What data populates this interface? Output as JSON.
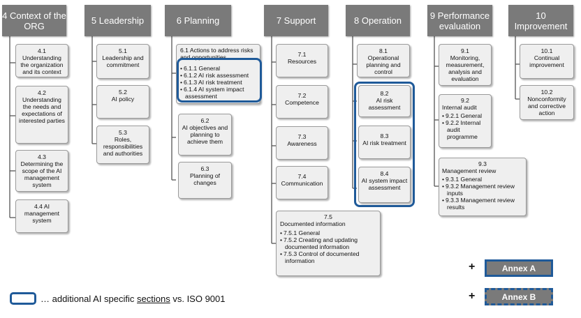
{
  "headers": [
    {
      "label": "4 Context of the ORG"
    },
    {
      "label": "5 Leadership"
    },
    {
      "label": "6 Planning"
    },
    {
      "label": "7 Support"
    },
    {
      "label": "8 Operation"
    },
    {
      "label": "9 Performance evaluation"
    },
    {
      "label": "10 Improvement"
    }
  ],
  "c4": [
    {
      "num": "4.1",
      "title": "Understanding the organization and its context"
    },
    {
      "num": "4.2",
      "title": "Understanding the needs and expectations of interested parties"
    },
    {
      "num": "4.3",
      "title": "Determining the scope of the AI management system"
    },
    {
      "num": "4.4 AI",
      "title": "management system"
    }
  ],
  "c5": [
    {
      "num": "5.1",
      "title": "Leadership and commitment"
    },
    {
      "num": "5.2",
      "title": "AI policy"
    },
    {
      "num": "5.3",
      "title": "Roles, responsibilities and authorities"
    }
  ],
  "c6": {
    "b61_title": "6.1 Actions to address risks and opportunities",
    "b61_items": [
      "6.1.1 General",
      "6.1.2 AI risk assessment",
      "6.1.3 AI risk treatment",
      "6.1.4 AI system impact assessment"
    ],
    "b62": {
      "num": "6.2",
      "title": "AI objectives and planning to achieve them"
    },
    "b63": {
      "num": "6.3",
      "title": "Planning of changes"
    }
  },
  "c7": {
    "boxes": [
      {
        "num": "7.1",
        "title": "Resources"
      },
      {
        "num": "7.2",
        "title": "Competence"
      },
      {
        "num": "7.3",
        "title": "Awareness"
      },
      {
        "num": "7.4",
        "title": "Communication"
      }
    ],
    "b75_num": "7.5",
    "b75_title": "Documented information",
    "b75_items": [
      "7.5.1 General",
      "7.5.2 Creating and updating documented information",
      "7.5.3 Control of documented information"
    ]
  },
  "c8": [
    {
      "num": "8.1",
      "title": "Operational planning and control"
    },
    {
      "num": "8.2",
      "title": "AI risk assessment"
    },
    {
      "num": "8.3",
      "title": "AI risk treatment"
    },
    {
      "num": "8.4",
      "title": "AI system impact assessment"
    }
  ],
  "c9": {
    "b91": {
      "num": "9.1",
      "title": "Monitoring, measurement, analysis and evaluation"
    },
    "b92_num": "9.2",
    "b92_title": "Internal audit",
    "b92_items": [
      "9.2.1 General",
      "9.2.2 Internal audit programme"
    ],
    "b93_num": "9.3",
    "b93_title": "Management review",
    "b93_items": [
      "9.3.1 General",
      "9.3.2 Management review inputs",
      "9.3.3 Management review results"
    ]
  },
  "c10": [
    {
      "num": "10.1",
      "title": "Continual improvement"
    },
    {
      "num": "10.2",
      "title": "Nonconformity and corrective action"
    }
  ],
  "legend": {
    "prefix": "… additional AI specific ",
    "underlined": "sections",
    "suffix": " vs. ISO 9001"
  },
  "annex": {
    "plus": "+",
    "a": "Annex A",
    "b": "Annex B"
  },
  "colors": {
    "header": "#7a7a7a",
    "box_fill": "#efefef",
    "highlight": "#1f5a99",
    "connector": "#555555"
  }
}
